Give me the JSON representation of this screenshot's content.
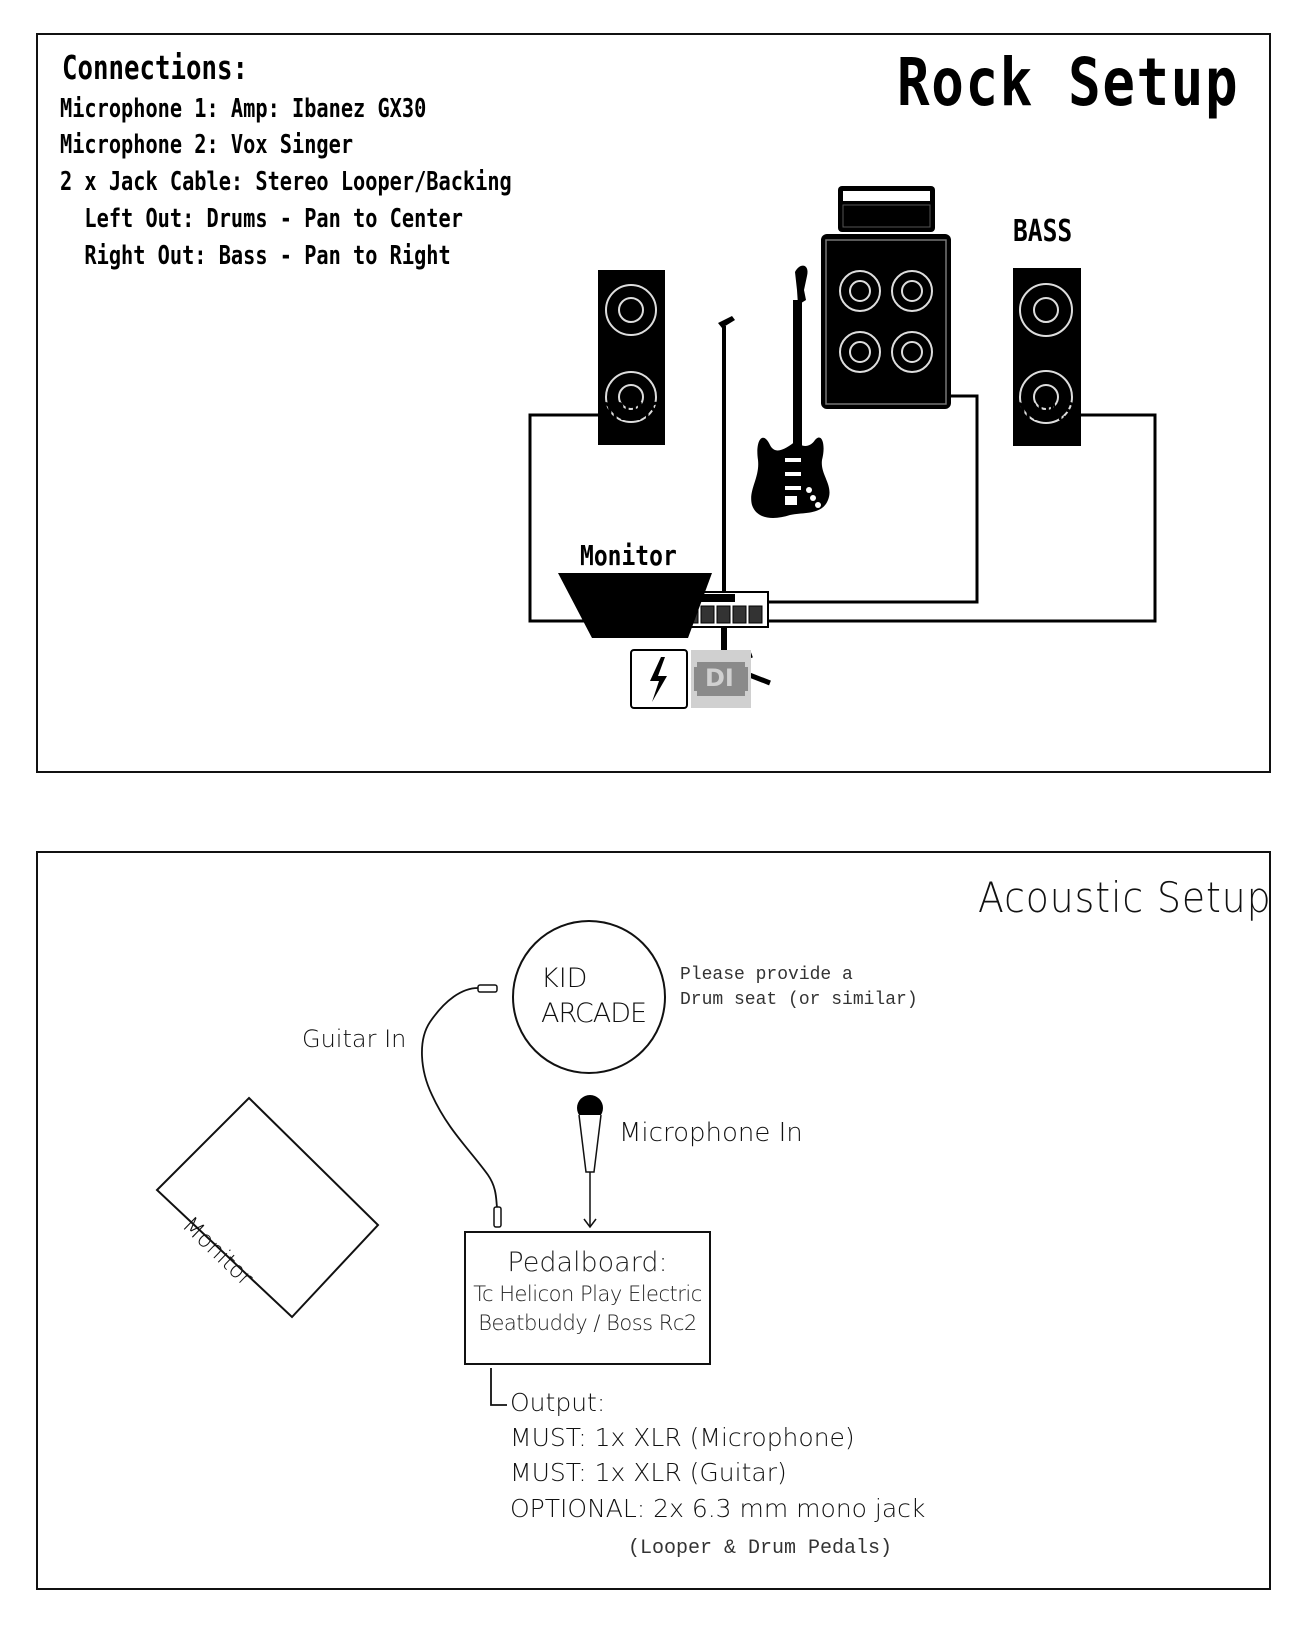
{
  "rock_setup": {
    "title": "Rock Setup",
    "connections": {
      "heading": "Connections:",
      "lines": [
        "Microphone 1: Amp: Ibanez GX30",
        "Microphone 2: Vox Singer",
        "2 x Jack Cable: Stereo Looper/Backing",
        "  Left Out: Drums - Pan to Center",
        "  Right Out: Bass - Pan to Right"
      ]
    },
    "stage": {
      "left_speaker_label": "DRUMS",
      "right_speaker_top_label": "BASS",
      "right_speaker_bottom_label": "DRUMS",
      "amp_label": "Guitar",
      "monitor_label": "Monitor",
      "di_label": "DI",
      "icons": [
        "speaker-icon",
        "amp-icon",
        "guitar-icon",
        "mic-stand-icon",
        "pedalboard-icon",
        "monitor-wedge-icon",
        "power-icon",
        "di-box-icon"
      ]
    }
  },
  "acoustic_setup": {
    "title": "Acoustic Setup",
    "performer": {
      "line1": "KID",
      "line2": "ARCADE"
    },
    "seat_note": {
      "line1": "Please provide a",
      "line2": "Drum seat (or similar)"
    },
    "guitar_in_label": "Guitar In",
    "microphone_in_label": "Microphone In",
    "monitor_label": "Monitor",
    "pedalboard": {
      "heading": "Pedalboard:",
      "line1": "Tc Helicon Play Electric",
      "line2": "Beatbuddy / Boss Rc2"
    },
    "output": {
      "heading": "Output:",
      "lines": [
        "MUST: 1x XLR (Microphone)",
        "MUST: 1x XLR (Guitar)",
        "OPTIONAL: 2x 6.3 mm mono jack"
      ],
      "note": "(Looper & Drum Pedals)"
    }
  },
  "colors": {
    "ink": "#000000",
    "di_gray": "#8a8a8a",
    "di_bg": "#d0d0d0"
  }
}
